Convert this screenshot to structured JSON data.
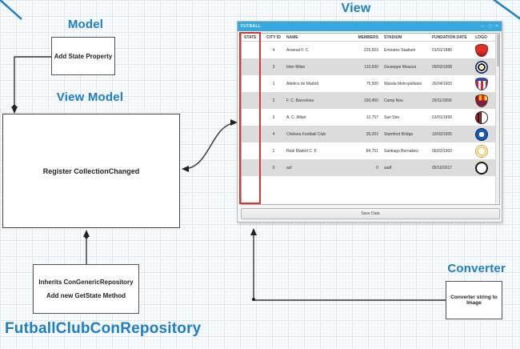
{
  "diagram": {
    "model_heading": "Model",
    "view_heading": "View",
    "view_model_heading": "View Model",
    "converter_heading": "Converter",
    "repository_heading": "FutballClubConRepository",
    "model_box_label": "Add State Property",
    "view_model_box_label": "Register CollectionChanged",
    "repository_box_line1": "Inherits ConGenericRepository",
    "repository_box_line2": "Add new GetState Method",
    "converter_box_label": "Converter string to Image",
    "accent_blue": "#1b7fc4",
    "highlight_red": "#cf3a34"
  },
  "window": {
    "title": "FUTBALL",
    "titlebar_color": "#35a9e0",
    "controls": [
      {
        "name": "minimize-icon",
        "glyph": "—"
      },
      {
        "name": "maximize-icon",
        "glyph": "▢"
      },
      {
        "name": "close-icon",
        "glyph": "✕"
      }
    ],
    "save_button_label": "Save Data",
    "table": {
      "columns": [
        "STATE",
        "CITY ID",
        "NAME",
        "MEMBERS",
        "STADIUM",
        "FUNDATION DATE",
        "LOGO"
      ],
      "rows": [
        {
          "state": "",
          "city_id": "4",
          "name": "Arsenal F. C.",
          "members": "225,503",
          "stadium": "Emirates Stadium",
          "date": "01/01/1886",
          "logo": "arsenal-logo"
        },
        {
          "state": "",
          "city_id": "3",
          "name": "Inter Milan",
          "members": "110,500",
          "stadium": "Giuseppe Meazza",
          "date": "09/03/1908",
          "logo": "inter-milan-logo"
        },
        {
          "state": "",
          "city_id": "1",
          "name": "Atletico de Madrid",
          "members": "75,500",
          "stadium": "Wanda Metropolitano",
          "date": "26/04/1903",
          "logo": "atletico-madrid-logo"
        },
        {
          "state": "",
          "city_id": "2",
          "name": "F. C. Barcelona",
          "members": "150,450",
          "stadium": "Camp Nou",
          "date": "29/11/1899",
          "logo": "fc-barcelona-logo"
        },
        {
          "state": "",
          "city_id": "3",
          "name": "A. C. Milan",
          "members": "12,757",
          "stadium": "San Siro",
          "date": "01/01/1899",
          "logo": "ac-milan-logo"
        },
        {
          "state": "",
          "city_id": "4",
          "name": "Chelsea Football Club",
          "members": "35,202",
          "stadium": "Stamford Bridge",
          "date": "10/03/1905",
          "logo": "chelsea-logo"
        },
        {
          "state": "",
          "city_id": "1",
          "name": "Real Madrid C. F.",
          "members": "84,701",
          "stadium": "Santiago Bernabeu",
          "date": "06/03/1902",
          "logo": "real-madrid-logo"
        },
        {
          "state": "",
          "city_id": "0",
          "name": "asf",
          "members": "0",
          "stadium": "sadf",
          "date": "05/10/2017",
          "logo": "empty-logo"
        }
      ]
    }
  }
}
